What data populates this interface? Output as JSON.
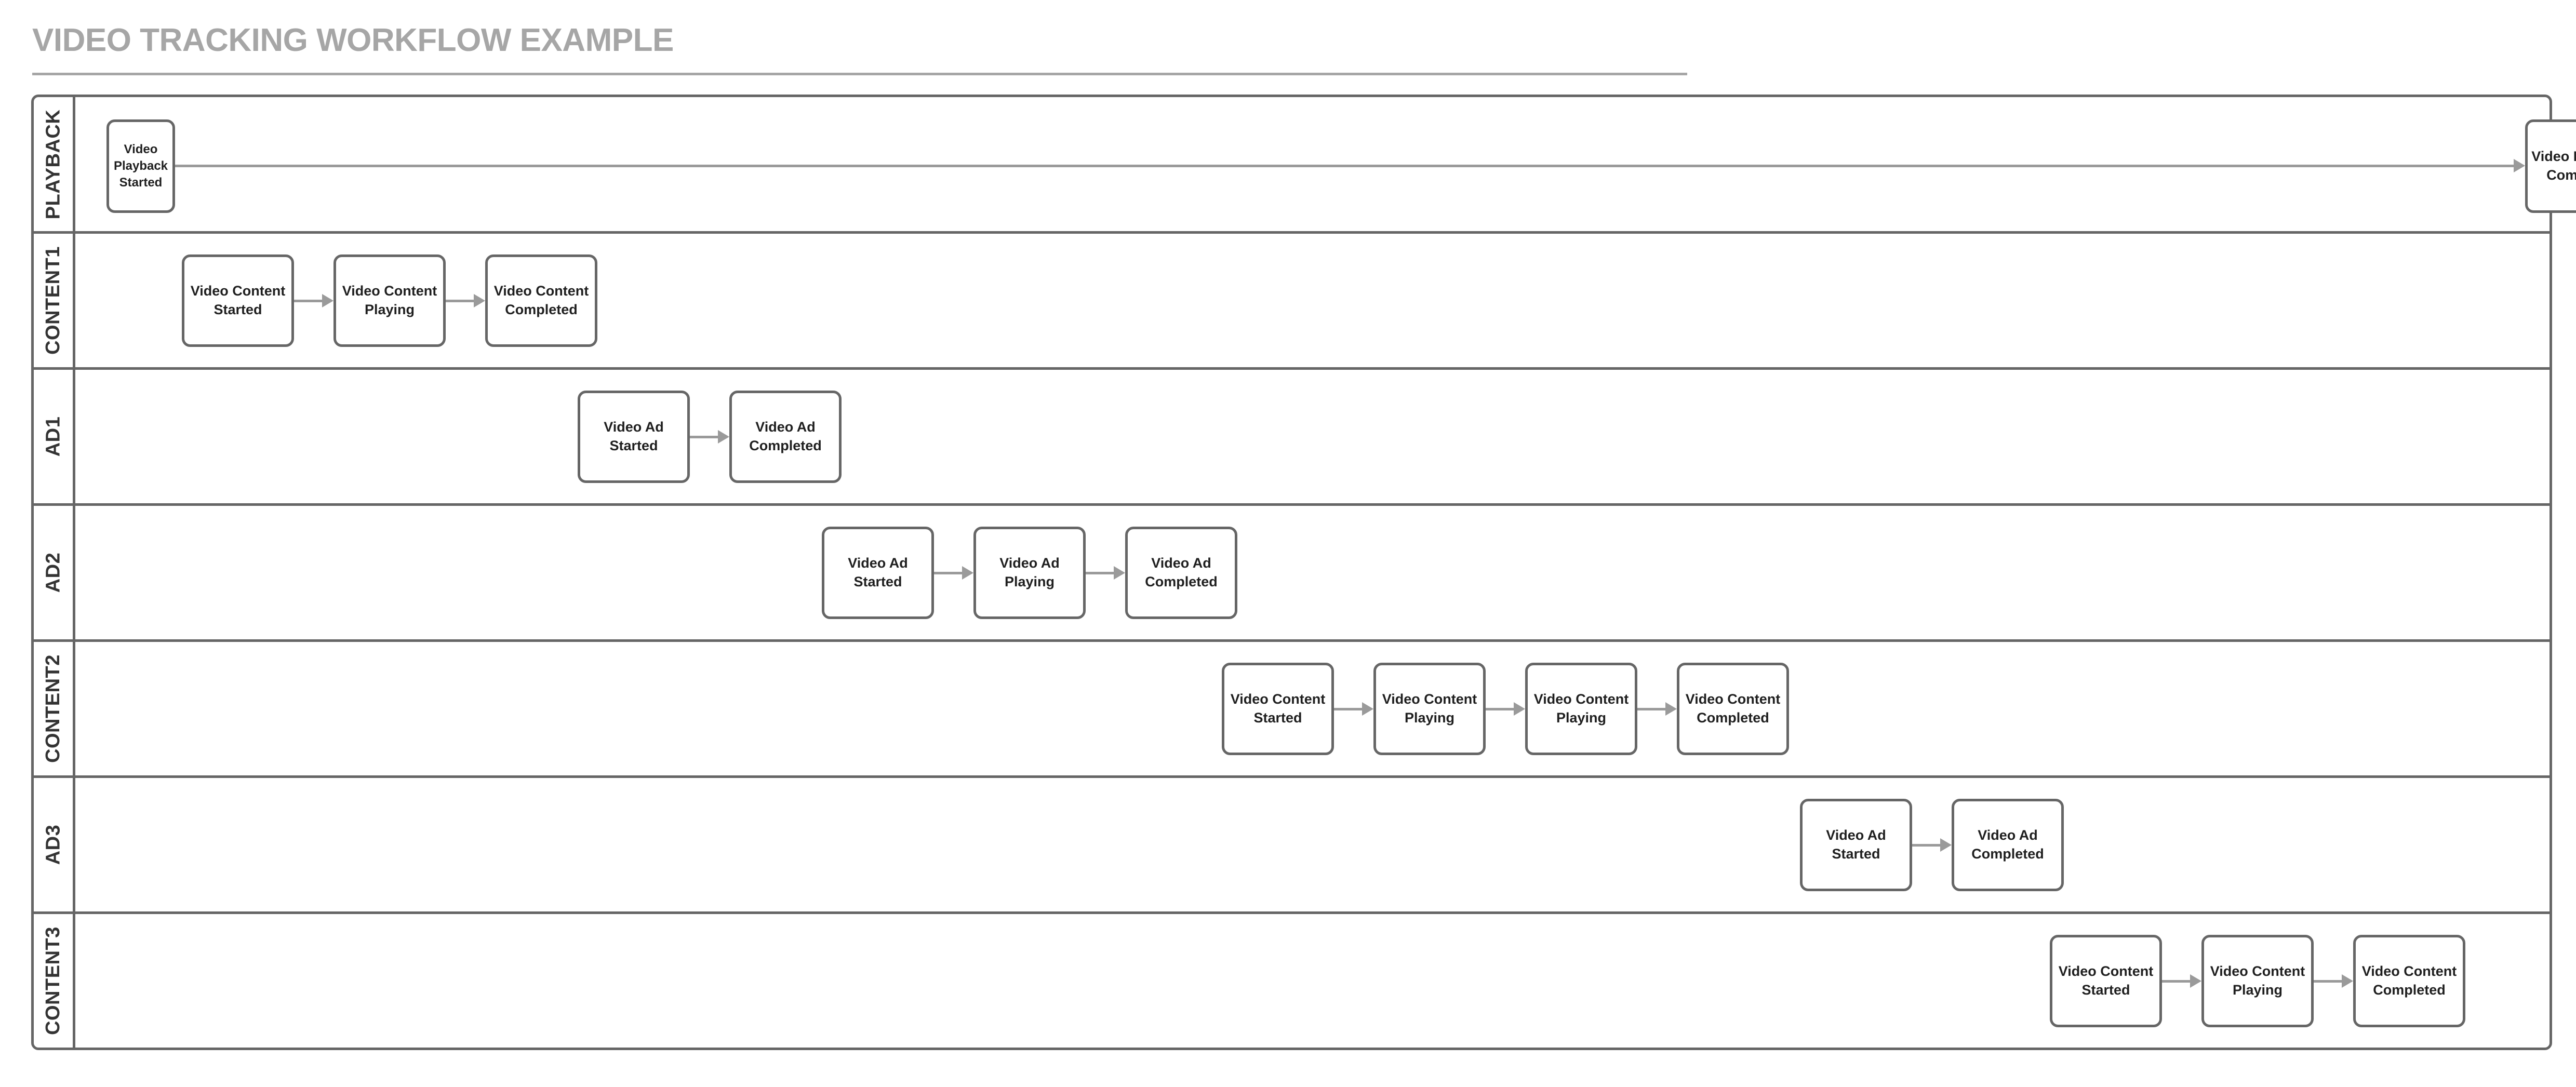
{
  "page": {
    "title": "VIDEO TRACKING WORKFLOW EXAMPLE",
    "colors": {
      "title": "#a6a6a6",
      "lane_border": "#666666",
      "node_border": "#666666",
      "node_fill": "#ffffff",
      "node_text": "#1f1f1f",
      "connector": "#9a9a9a",
      "background": "#ffffff"
    }
  },
  "diagram": {
    "type": "swimlane-flowchart",
    "lane_count": 7,
    "lanes": [
      {
        "id": "playback",
        "label": "PLAYBACK",
        "nodes": [
          {
            "id": "playback-started",
            "label": "Video Playback\nStarted"
          },
          {
            "id": "playback-completed",
            "label": "Video Playback\nCompleted"
          }
        ],
        "edges": [
          {
            "from": "playback-started",
            "to": "playback-completed"
          }
        ]
      },
      {
        "id": "content1",
        "label": "CONTENT1",
        "nodes": [
          {
            "id": "c1-started",
            "label": "Video Content\nStarted"
          },
          {
            "id": "c1-playing",
            "label": "Video Content\nPlaying"
          },
          {
            "id": "c1-completed",
            "label": "Video Content\nCompleted"
          }
        ],
        "edges": [
          {
            "from": "c1-started",
            "to": "c1-playing"
          },
          {
            "from": "c1-playing",
            "to": "c1-completed"
          }
        ]
      },
      {
        "id": "ad1",
        "label": "AD1",
        "nodes": [
          {
            "id": "a1-started",
            "label": "Video Ad Started"
          },
          {
            "id": "a1-completed",
            "label": "Video Ad\nCompleted"
          }
        ],
        "edges": [
          {
            "from": "a1-started",
            "to": "a1-completed"
          }
        ]
      },
      {
        "id": "ad2",
        "label": "AD2",
        "nodes": [
          {
            "id": "a2-started",
            "label": "Video Ad Started"
          },
          {
            "id": "a2-playing",
            "label": "Video Ad Playing"
          },
          {
            "id": "a2-completed",
            "label": "Video Ad\nCompleted"
          }
        ],
        "edges": [
          {
            "from": "a2-started",
            "to": "a2-playing"
          },
          {
            "from": "a2-playing",
            "to": "a2-completed"
          }
        ]
      },
      {
        "id": "content2",
        "label": "CONTENT2",
        "nodes": [
          {
            "id": "c2-started",
            "label": "Video Content\nStarted"
          },
          {
            "id": "c2-playing-1",
            "label": "Video Content\nPlaying"
          },
          {
            "id": "c2-playing-2",
            "label": "Video Content\nPlaying"
          },
          {
            "id": "c2-completed",
            "label": "Video Content\nCompleted"
          }
        ],
        "edges": [
          {
            "from": "c2-started",
            "to": "c2-playing-1"
          },
          {
            "from": "c2-playing-1",
            "to": "c2-playing-2"
          },
          {
            "from": "c2-playing-2",
            "to": "c2-completed"
          }
        ]
      },
      {
        "id": "ad3",
        "label": "AD3",
        "nodes": [
          {
            "id": "a3-started",
            "label": "Video Ad Started"
          },
          {
            "id": "a3-completed",
            "label": "Video Ad\nCompleted"
          }
        ],
        "edges": [
          {
            "from": "a3-started",
            "to": "a3-completed"
          }
        ]
      },
      {
        "id": "content3",
        "label": "CONTENT3",
        "nodes": [
          {
            "id": "c3-started",
            "label": "Video Content\nStarted"
          },
          {
            "id": "c3-playing",
            "label": "Video Content\nPlaying"
          },
          {
            "id": "c3-completed",
            "label": "Video Content\nCompleted"
          }
        ],
        "edges": [
          {
            "from": "c3-started",
            "to": "c3-playing"
          },
          {
            "from": "c3-playing",
            "to": "c3-completed"
          }
        ]
      }
    ]
  }
}
